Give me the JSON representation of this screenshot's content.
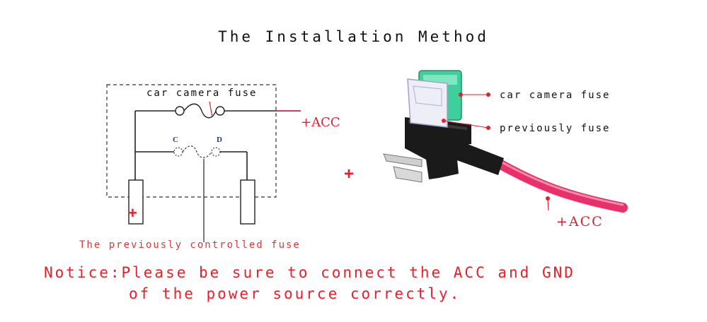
{
  "title": "The Installation Method",
  "schematic": {
    "fuse_label": "car camera fuse",
    "acc_label": "+ACC",
    "terminal_c": "C",
    "terminal_d": "D",
    "plus_sign": "+",
    "controlled_fuse_label": "The previously controlled fuse"
  },
  "photo_callouts": {
    "car_camera_fuse": "car camera fuse",
    "previously_fuse": "previously fuse",
    "plus_sign": "+",
    "acc_label": "+ACC"
  },
  "notice": {
    "line1": "Notice:Please be sure to connect the ACC and GND",
    "line2": "of the power source correctly."
  },
  "colors": {
    "accent_red": "#e0202e",
    "fuse_green": "#3fcf9c",
    "fuse_white": "#eeeef6",
    "holder_black": "#1a1a1a",
    "wire_pink": "#e8306a"
  }
}
